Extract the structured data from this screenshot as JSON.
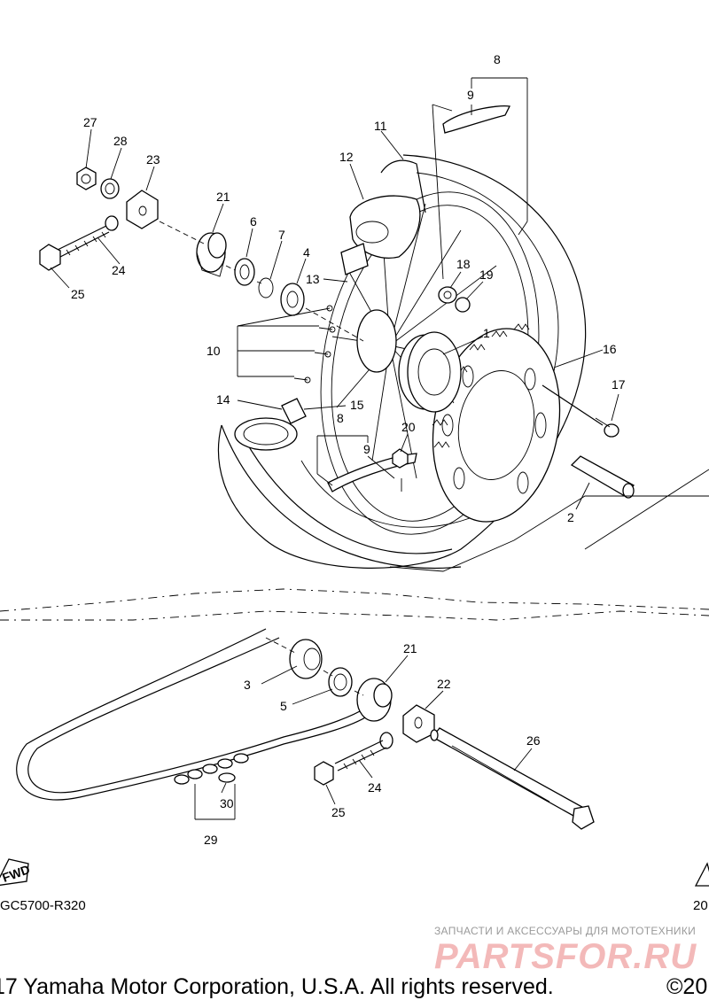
{
  "diagram": {
    "callouts": {
      "c1": "1",
      "c2": "2",
      "c3": "3",
      "c4": "4",
      "c5": "5",
      "c6": "6",
      "c7": "7",
      "c8a": "8",
      "c8b": "8",
      "c9a": "9",
      "c9b": "9",
      "c10": "10",
      "c11": "11",
      "c12": "12",
      "c13": "13",
      "c14": "14",
      "c15": "15",
      "c16": "16",
      "c17": "17",
      "c18": "18",
      "c19": "19",
      "c20": "20",
      "c21a": "21",
      "c21b": "21",
      "c22": "22",
      "c23": "23",
      "c24a": "24",
      "c24b": "24",
      "c25a": "25",
      "c25b": "25",
      "c26": "26",
      "c27": "27",
      "c28": "28",
      "c29": "29",
      "c30": "30"
    },
    "fwd_label": "FWD",
    "diagram_code": "GC5700-R320",
    "diagram_code_right": "20"
  },
  "footer": {
    "tagline": "ЗАПЧАСТИ И АКСЕССУАРЫ ДЛЯ МОТОТЕХНИКИ",
    "brand": "PARTSFOR.RU",
    "copyright": "17 Yamaha Motor Corporation, U.S.A. All rights reserved.",
    "copyright_right": "©20"
  }
}
